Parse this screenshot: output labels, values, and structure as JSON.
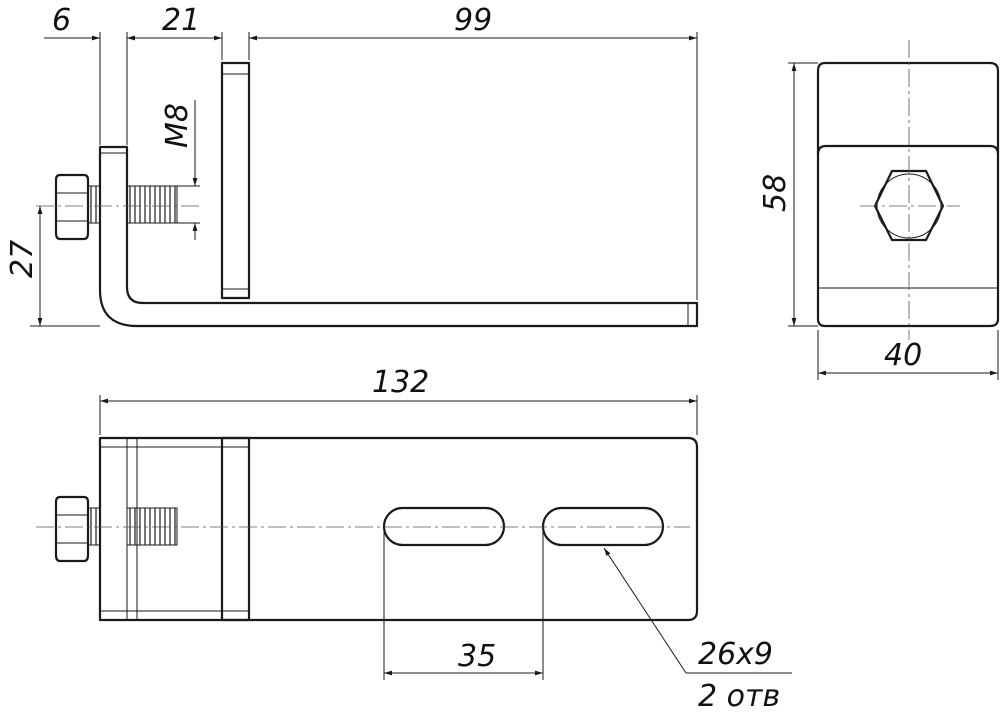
{
  "dimensions": {
    "bolt_offset": "6",
    "bolt_to_upright": "21",
    "base_length": "99",
    "thread": "M8",
    "bolt_height": "27",
    "side_height": "58",
    "side_width": "40",
    "total_length": "132",
    "slot_pitch": "35"
  },
  "callout": {
    "slot_size": "26x9",
    "slot_count": "2 отв"
  }
}
